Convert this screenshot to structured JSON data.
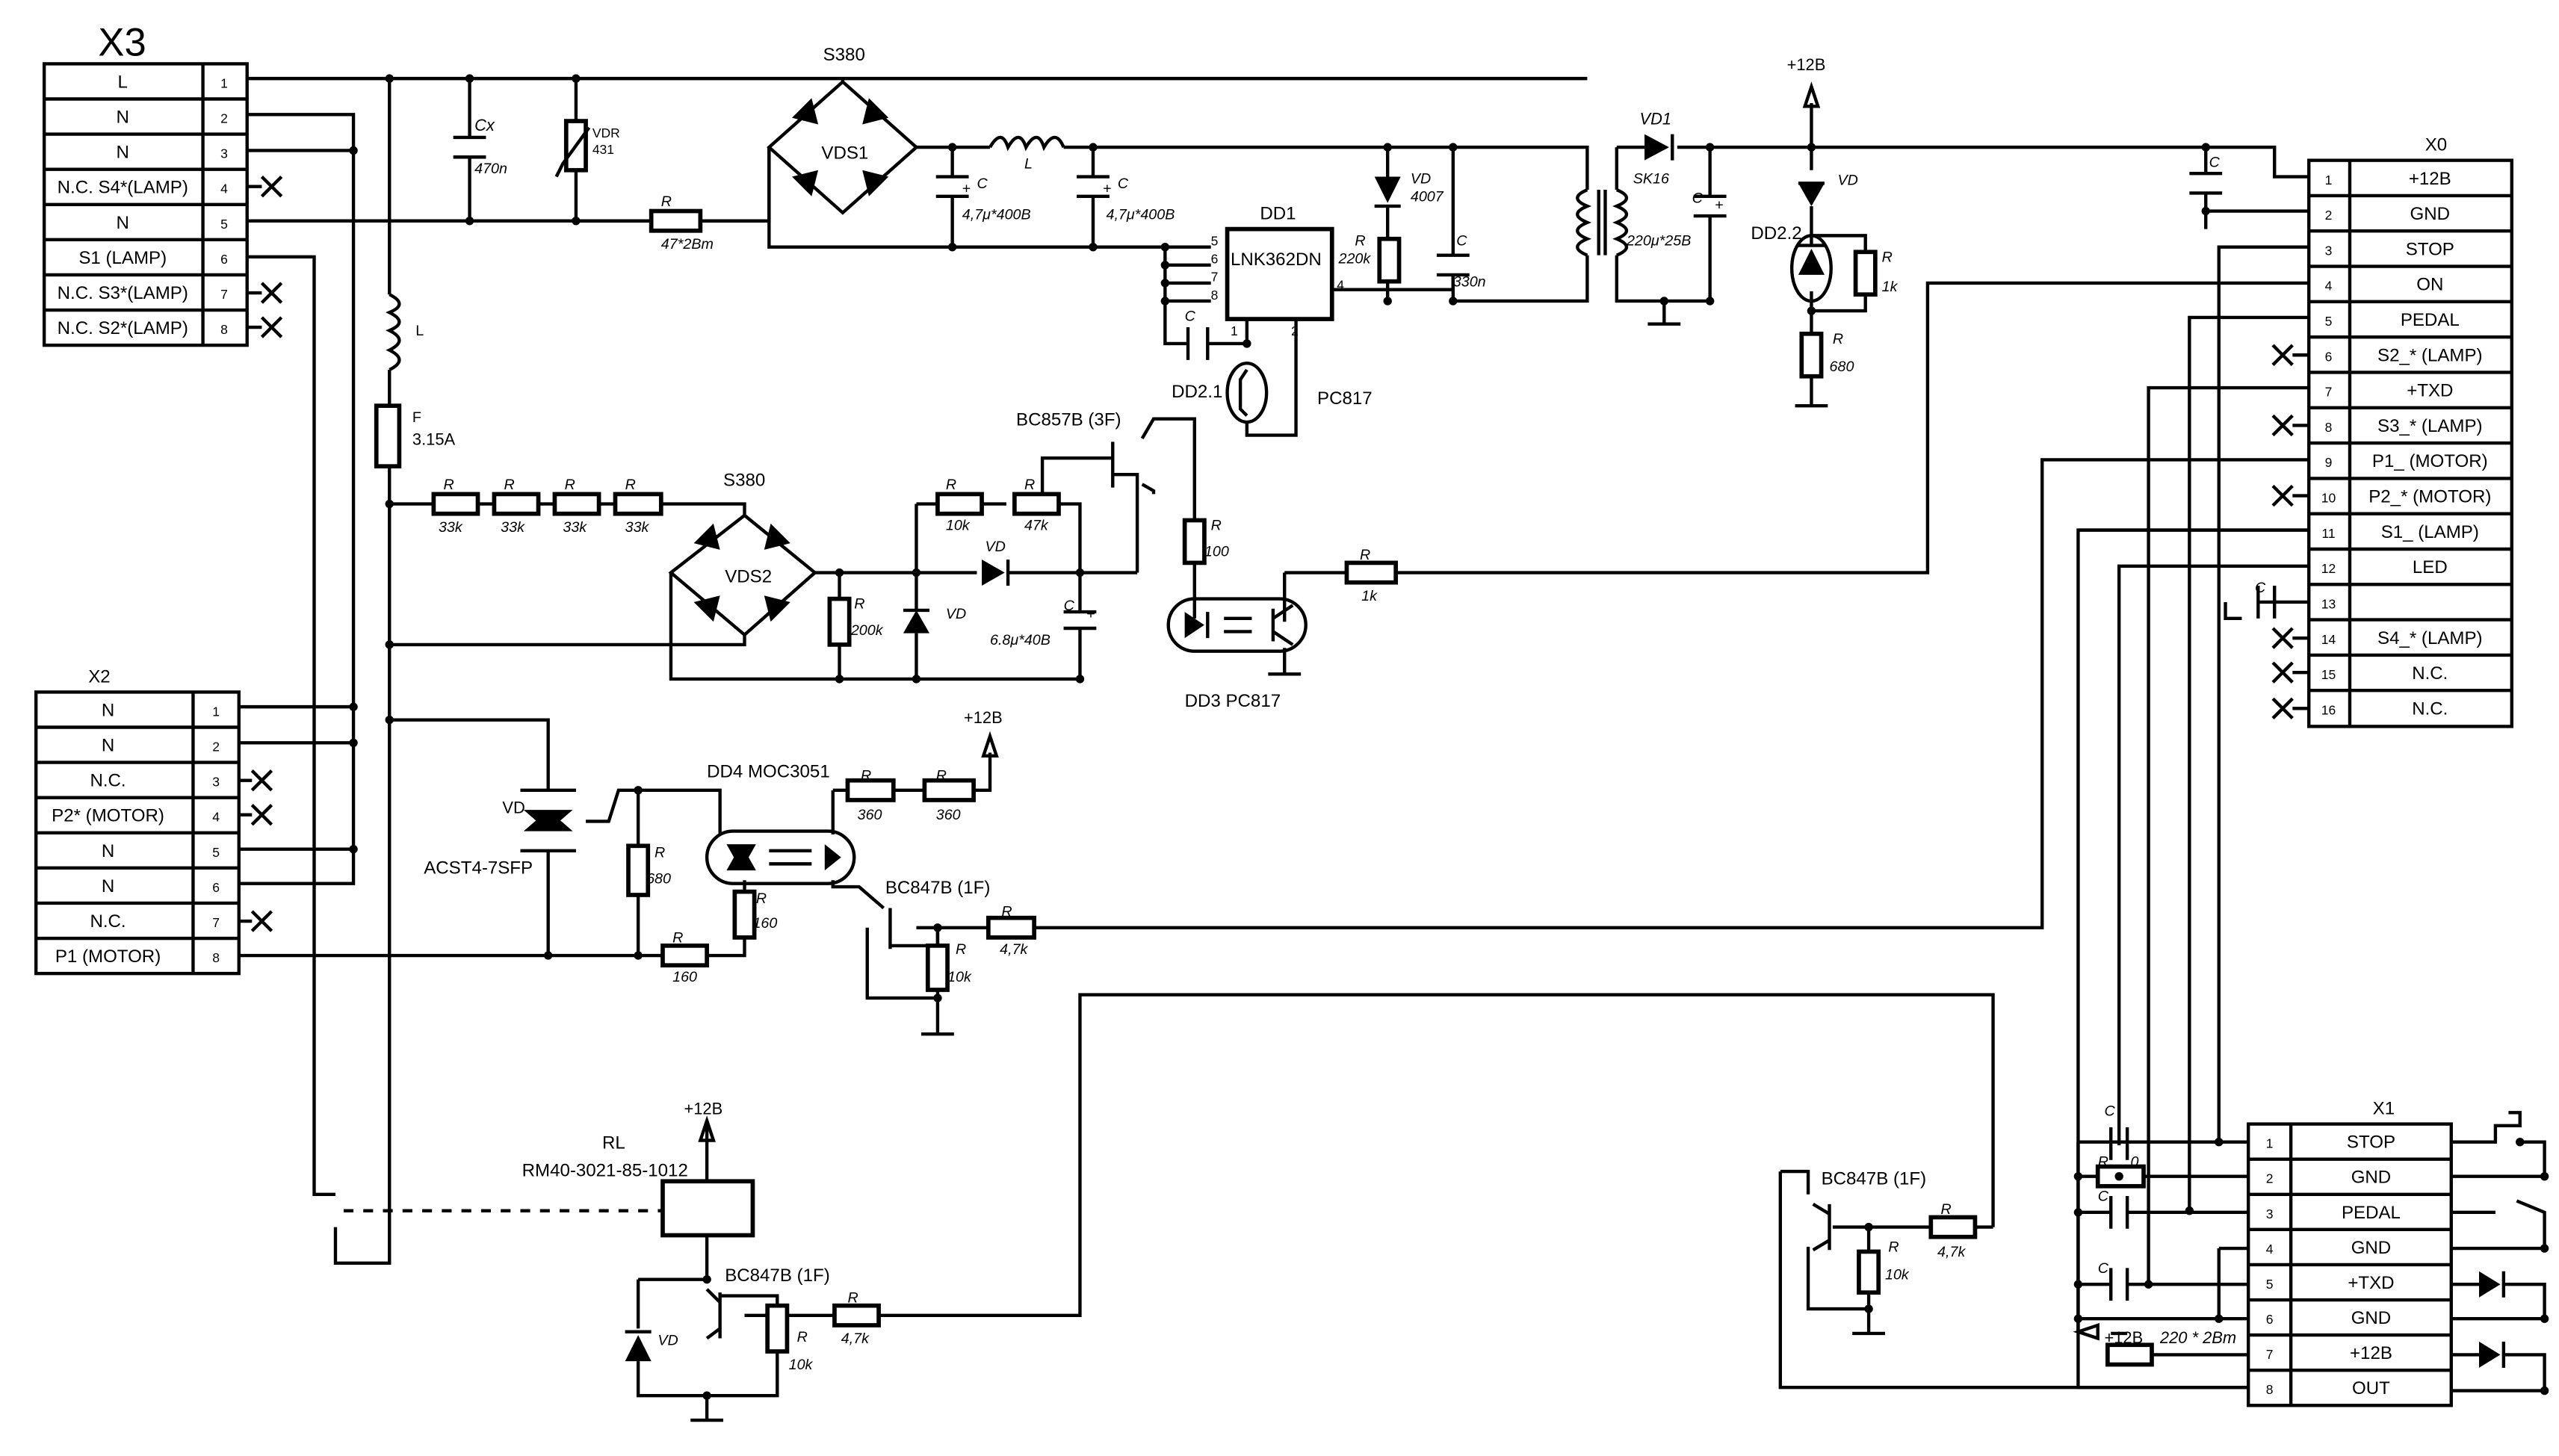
{
  "connectors": {
    "x3": {
      "title": "X3",
      "rows": [
        {
          "label": "L",
          "pin": "1"
        },
        {
          "label": "N",
          "pin": "2"
        },
        {
          "label": "N",
          "pin": "3"
        },
        {
          "label": "N.C. S4*(LAMP)",
          "pin": "4"
        },
        {
          "label": "N",
          "pin": "5"
        },
        {
          "label": "S1 (LAMP)",
          "pin": "6"
        },
        {
          "label": "N.C. S3*(LAMP)",
          "pin": "7"
        },
        {
          "label": "N.C. S2*(LAMP)",
          "pin": "8"
        }
      ]
    },
    "x2": {
      "title": "X2",
      "rows": [
        {
          "label": "N",
          "pin": "1"
        },
        {
          "label": "N",
          "pin": "2"
        },
        {
          "label": "N.C.",
          "pin": "3"
        },
        {
          "label": "P2* (MOTOR)",
          "pin": "4"
        },
        {
          "label": "N",
          "pin": "5"
        },
        {
          "label": "N",
          "pin": "6"
        },
        {
          "label": "N.C.",
          "pin": "7"
        },
        {
          "label": "P1 (MOTOR)",
          "pin": "8"
        }
      ]
    },
    "x0": {
      "title": "X0",
      "rows": [
        {
          "pin": "1",
          "label": "+12B"
        },
        {
          "pin": "2",
          "label": "GND"
        },
        {
          "pin": "3",
          "label": "STOP"
        },
        {
          "pin": "4",
          "label": "ON"
        },
        {
          "pin": "5",
          "label": "PEDAL"
        },
        {
          "pin": "6",
          "label": "S2_* (LAMP)"
        },
        {
          "pin": "7",
          "label": "+TXD"
        },
        {
          "pin": "8",
          "label": "S3_* (LAMP)"
        },
        {
          "pin": "9",
          "label": "P1_ (MOTOR)"
        },
        {
          "pin": "10",
          "label": "P2_* (MOTOR)"
        },
        {
          "pin": "11",
          "label": "S1_ (LAMP)"
        },
        {
          "pin": "12",
          "label": "LED"
        },
        {
          "pin": "13",
          "label": ""
        },
        {
          "pin": "14",
          "label": "S4_* (LAMP)"
        },
        {
          "pin": "15",
          "label": "N.C."
        },
        {
          "pin": "16",
          "label": "N.C."
        }
      ]
    },
    "x1": {
      "title": "X1",
      "rows": [
        {
          "pin": "1",
          "label": "STOP"
        },
        {
          "pin": "2",
          "label": "GND"
        },
        {
          "pin": "3",
          "label": "PEDAL"
        },
        {
          "pin": "4",
          "label": "GND"
        },
        {
          "pin": "5",
          "label": "+TXD"
        },
        {
          "pin": "6",
          "label": "GND"
        },
        {
          "pin": "7",
          "label": "+12B"
        },
        {
          "pin": "8",
          "label": "OUT"
        }
      ]
    }
  },
  "labels": {
    "bridge1": "S380",
    "vds1": "VDS1",
    "cx": "Cx",
    "cx_val": "470n",
    "vdr": "VDR",
    "vdr_val": "431",
    "r_47": "R",
    "r_47_val": "47*2Bm",
    "c1": "C",
    "c1_val": "4,7μ*400B",
    "l1": "L",
    "c2": "C",
    "c2_val": "4,7μ*400B",
    "dd1": "DD1",
    "dd1_chip": "LNK362DN",
    "pin5": "5",
    "pin6": "6",
    "pin7": "7",
    "pin8": "8",
    "pin4": "4",
    "pin1": "1",
    "pin2": "2",
    "c_dd1": "C",
    "dd21": "DD2.1",
    "pc817_a": "PC817",
    "vd4007": "VD",
    "vd4007_val": "4007",
    "r220": "R",
    "r220_val": "220k",
    "c330": "C",
    "c330_val": "330n",
    "vd1": "VD1",
    "sk16": "SK16",
    "c220": "C",
    "c220_val": "220μ*25B",
    "plus12_top": "+12B",
    "vd_top": "VD",
    "dd22": "DD2.2",
    "r1k_top": "R",
    "r1k_top_val": "1k",
    "r680_top": "R",
    "r680_top_val": "680",
    "c_x0": "C",
    "l_main": "L",
    "fuse": "F",
    "fuse_val": "3.15A",
    "r33_1": "R",
    "r33_1_val": "33k",
    "r33_2": "R",
    "r33_2_val": "33k",
    "r33_3": "R",
    "r33_3_val": "33k",
    "r33_4": "R",
    "r33_4_val": "33k",
    "bridge2": "S380",
    "vds2": "VDS2",
    "r200": "R",
    "r200_val": "200k",
    "vd_z": "VD",
    "r10k_mid": "R",
    "r10k_mid_val": "10k",
    "r47k": "R",
    "r47k_val": "47k",
    "vd_mid": "VD",
    "c68": "C",
    "c68_val": "6.8μ*40B",
    "bc857": "BC857B (3F)",
    "r100": "R",
    "r100_val": "100",
    "dd3": "DD3 PC817",
    "r1k_led": "R",
    "r1k_led_val": "1k",
    "plus12_mid": "+12B",
    "dd4": "DD4 MOC3051",
    "r360a": "R",
    "r360a_val": "360",
    "r360b": "R",
    "r360b_val": "360",
    "vd_triac": "VD",
    "acst": "ACST4-7SFP",
    "r680": "R",
    "r680_val": "680",
    "r160a": "R",
    "r160a_val": "160",
    "r160b": "R",
    "r160b_val": "160",
    "bc847_1": "BC847B (1F)",
    "r47k_1": "R",
    "r47k_1_val": "4,7k",
    "r10k_1": "R",
    "r10k_1_val": "10k",
    "plus12_rl": "+12B",
    "rl": "RL",
    "rl_part": "RM40-3021-85-1012",
    "bc847_2": "BC847B (1F)",
    "vd_rl": "VD",
    "r47k_2": "R",
    "r47k_2_val": "4,7k",
    "r10k_2": "R",
    "r10k_2_val": "10k",
    "bc847_3": "BC847B (1F)",
    "r47k_3": "R",
    "r47k_3_val": "4,7k",
    "r10k_3": "R",
    "r10k_3_val": "10k",
    "c_x1a": "C",
    "r0": "R",
    "r0_val": "0",
    "c_x1b": "C",
    "c_x1c": "C",
    "plus12_x1": "+12B",
    "r220x": "R",
    "r220x_val": "220 * 2Bm",
    "c13": "C"
  }
}
